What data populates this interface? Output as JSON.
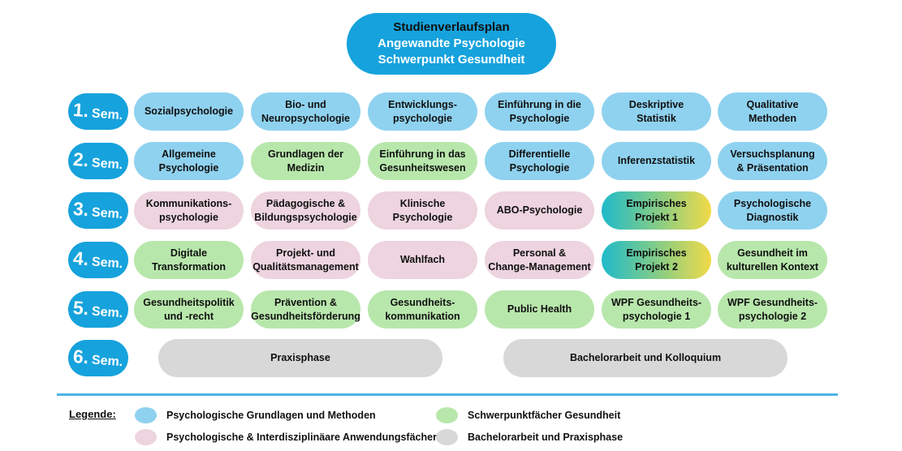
{
  "title": {
    "line1": "Studienverlaufsplan",
    "line2": "Angewandte Psychologie",
    "line3": "Schwerpunkt Gesundheit"
  },
  "colors": {
    "accent_blue": "#16A2DC",
    "divider_blue": "#4FB4E4",
    "category_blue": "#8FD2EF",
    "category_green": "#B8E7AC",
    "category_pink": "#EDD4DF",
    "category_gray": "#D8D8D8",
    "gradient_start": "#1FBACA",
    "gradient_end": "#F1DA48"
  },
  "rows": [
    {
      "num": "1.",
      "sem": "Sem.",
      "courses": [
        {
          "text": "Sozialpsychologie",
          "cat": "blue"
        },
        {
          "text": "Bio- und\nNeuropsychologie",
          "cat": "blue"
        },
        {
          "text": "Entwicklungs-\npsychologie",
          "cat": "blue"
        },
        {
          "text": "Einführung in die\nPsychologie",
          "cat": "blue"
        },
        {
          "text": "Deskriptive\nStatistik",
          "cat": "blue"
        },
        {
          "text": "Qualitative\nMethoden",
          "cat": "blue"
        }
      ]
    },
    {
      "num": "2.",
      "sem": "Sem.",
      "courses": [
        {
          "text": "Allgemeine\nPsychologie",
          "cat": "blue"
        },
        {
          "text": "Grundlagen der\nMedizin",
          "cat": "green"
        },
        {
          "text": "Einführung in das\nGesunheitswesen",
          "cat": "green"
        },
        {
          "text": "Differentielle\nPsychologie",
          "cat": "blue"
        },
        {
          "text": "Inferenzstatistik",
          "cat": "blue"
        },
        {
          "text": "Versuchsplanung\n& Präsentation",
          "cat": "blue"
        }
      ]
    },
    {
      "num": "3.",
      "sem": "Sem.",
      "courses": [
        {
          "text": "Kommunikations-\npsychologie",
          "cat": "pink"
        },
        {
          "text": "Pädagogische &\nBildungspsychologie",
          "cat": "pink"
        },
        {
          "text": "Klinische Psychologie",
          "cat": "pink"
        },
        {
          "text": "ABO-Psychologie",
          "cat": "pink"
        },
        {
          "text": "Empirisches\nProjekt 1",
          "cat": "gradient"
        },
        {
          "text": "Psychologische\nDiagnostik",
          "cat": "blue"
        }
      ]
    },
    {
      "num": "4.",
      "sem": "Sem.",
      "courses": [
        {
          "text": "Digitale\nTransformation",
          "cat": "green"
        },
        {
          "text": "Projekt- und\nQualitätsmanagement",
          "cat": "pink"
        },
        {
          "text": "Wahlfach",
          "cat": "pink"
        },
        {
          "text": "Personal &\nChange-Management",
          "cat": "pink"
        },
        {
          "text": "Empirisches\nProjekt 2",
          "cat": "gradient"
        },
        {
          "text": "Gesundheit im\nkulturellen Kontext",
          "cat": "green"
        }
      ]
    },
    {
      "num": "5.",
      "sem": "Sem.",
      "courses": [
        {
          "text": "Gesundheitspolitik\nund -recht",
          "cat": "green"
        },
        {
          "text": "Prävention &\nGesundheitsförderung",
          "cat": "green"
        },
        {
          "text": "Gesundheits-\nkommunikation",
          "cat": "green"
        },
        {
          "text": "Public Health",
          "cat": "green"
        },
        {
          "text": "WPF Gesundheits-\npsychologie 1",
          "cat": "green"
        },
        {
          "text": "WPF Gesundheits-\npsychologie 2",
          "cat": "green"
        }
      ]
    },
    {
      "num": "6.",
      "sem": "Sem.",
      "courses": [
        {
          "text": "Praxisphase",
          "cat": "gray",
          "span": 3
        },
        {
          "text": "Bachelorarbeit und Kolloquium",
          "cat": "gray",
          "span": 3
        }
      ]
    }
  ],
  "legend": {
    "heading": "Legende:",
    "items": [
      {
        "label": "Psychologische Grundlagen und Methoden",
        "cat": "blue"
      },
      {
        "label": "Psychologische & Interdisziplinäare Anwendungsfächer",
        "cat": "pink"
      },
      {
        "label": "Schwerpunktfächer Gesundheit",
        "cat": "green"
      },
      {
        "label": "Bachelorarbeit und Praxisphase",
        "cat": "gray"
      }
    ]
  }
}
